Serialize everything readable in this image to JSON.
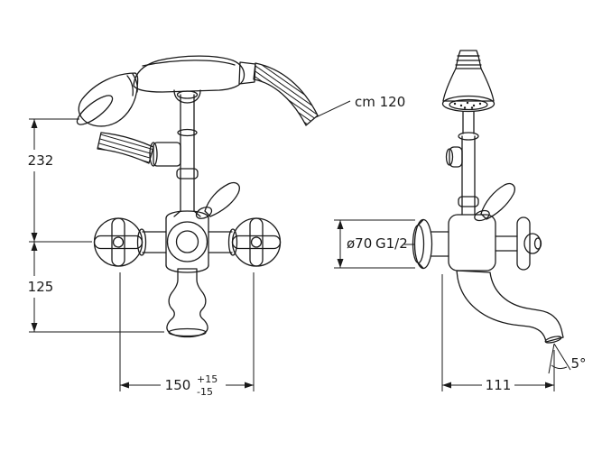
{
  "labels": {
    "hose_length": "cm 120",
    "height_upper": "232",
    "height_lower": "125",
    "width_front": "150",
    "tol_plus": "+15",
    "tol_minus": "-15",
    "flange_diameter": "ø70",
    "thread_size": "G1/2",
    "spout_reach": "111",
    "spout_angle": "5°"
  },
  "colors": {
    "ink": "#1a1a1a",
    "background": "#ffffff"
  }
}
